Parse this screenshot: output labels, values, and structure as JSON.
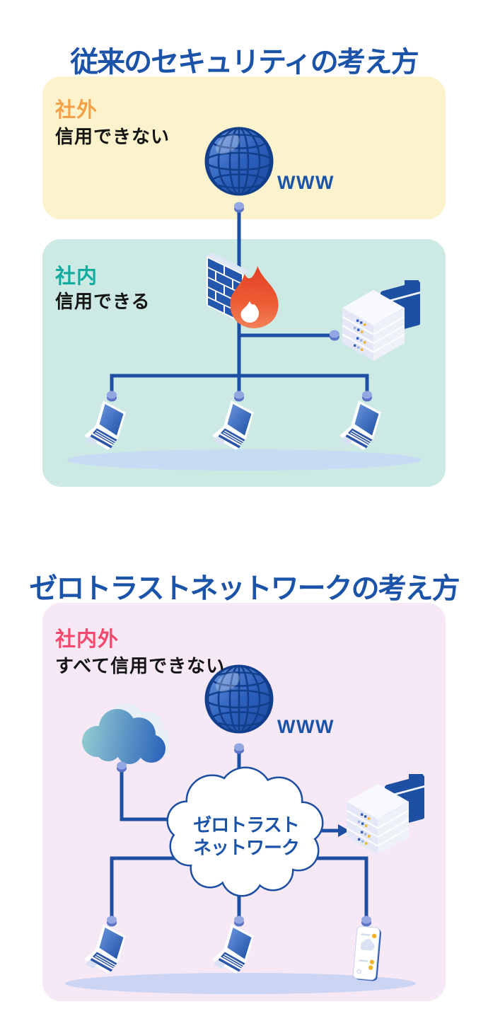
{
  "colors": {
    "title_blue": "#1B53A9",
    "line_blue": "#1D4FA3",
    "panel_yellow": "#FCF3CD",
    "panel_teal": "#CDE9E4",
    "panel_pink": "#F6E9F5",
    "label_orange": "#F5A148",
    "label_teal": "#11ABA0",
    "label_pink": "#F4486D",
    "flame_orange": "#EC5531",
    "shadow_blue": "#C6DCF4",
    "shadow_lavender": "#CBD4F2"
  },
  "sections": [
    {
      "title": "従来のセキュリティの考え方",
      "zones": [
        {
          "label": "社外",
          "description": "信用できない"
        },
        {
          "label": "社内",
          "description": "信用できる"
        }
      ],
      "internet_label": "WWW"
    },
    {
      "title": "ゼロトラストネットワークの考え方",
      "zones": [
        {
          "label": "社内外",
          "description": "すべて信用できない"
        }
      ],
      "internet_label": "WWW",
      "cloud_label": {
        "line1": "ゼロトラスト",
        "line2": "ネットワーク"
      }
    }
  ]
}
